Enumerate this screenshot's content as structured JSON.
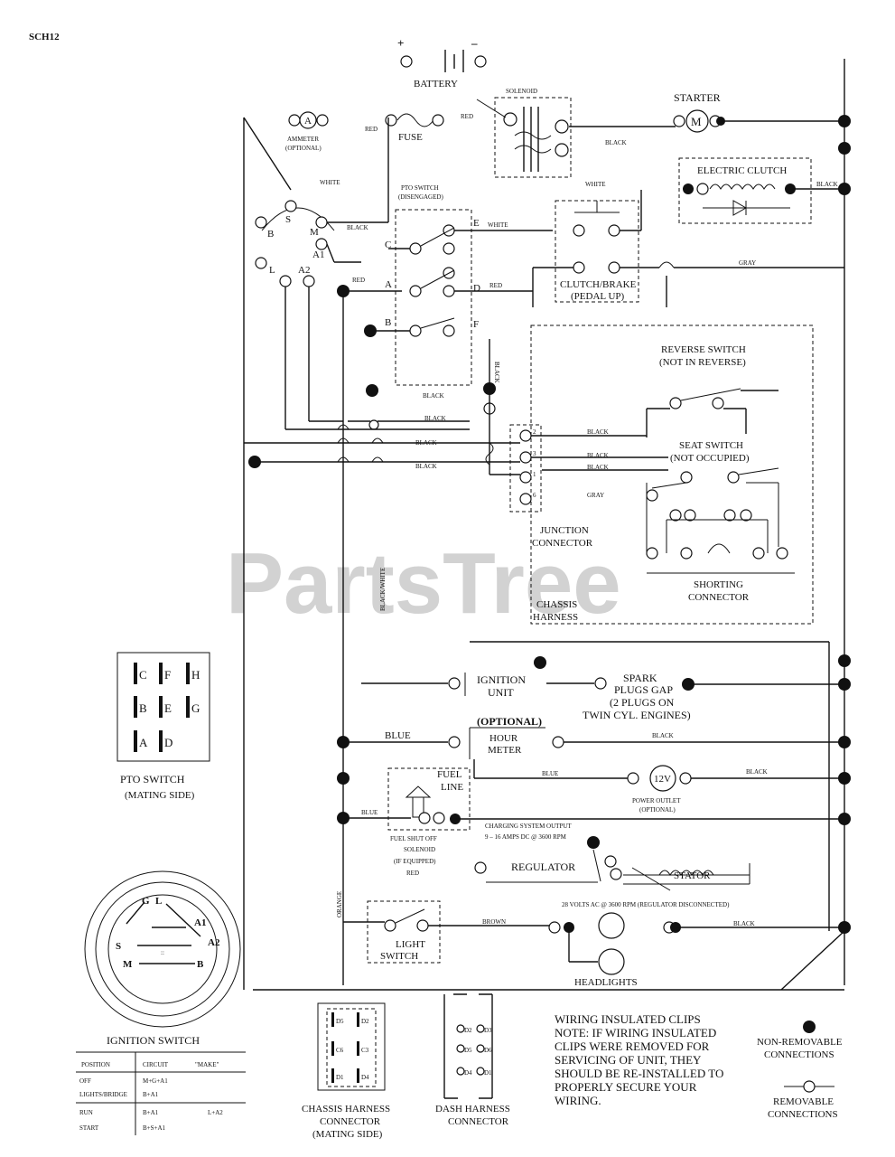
{
  "page_code": "SCH12",
  "watermark": "PartsTree",
  "components": {
    "battery": "BATTERY",
    "battery_plus": "+",
    "battery_minus": "–",
    "solenoid": "SOLENOID",
    "starter": "STARTER",
    "starter_symbol": "M",
    "ammeter": "AMMETER",
    "ammeter_note": "(OPTIONAL)",
    "ammeter_symbol": "A",
    "fuse": "FUSE",
    "pto_switch": "PTO SWITCH",
    "pto_switch_state": "(DISENGAGED)",
    "electric_clutch": "ELECTRIC CLUTCH",
    "clutch_brake": "CLUTCH/BRAKE",
    "clutch_brake_state": "(PEDAL UP)",
    "reverse_switch": "REVERSE SWITCH",
    "reverse_switch_state": "(NOT IN REVERSE)",
    "seat_switch": "SEAT SWITCH",
    "seat_switch_state": "(NOT OCCUPIED)",
    "junction_connector_1": "JUNCTION",
    "junction_connector_2": "CONNECTOR",
    "chassis_harness_1": "CHASSIS",
    "chassis_harness_2": "HARNESS",
    "shorting_connector_1": "SHORTING",
    "shorting_connector_2": "CONNECTOR",
    "ignition_unit_1": "IGNITION",
    "ignition_unit_2": "UNIT",
    "spark_plugs_1": "SPARK",
    "spark_plugs_2": "PLUGS GAP",
    "spark_plugs_3": "(2 PLUGS ON",
    "spark_plugs_4": "TWIN CYL. ENGINES)",
    "hour_meter_optional": "(OPTIONAL)",
    "hour_meter_1": "HOUR",
    "hour_meter_2": "METER",
    "fuel_line_1": "FUEL",
    "fuel_line_2": "LINE",
    "fuel_shutoff_1": "FUEL SHUT OFF",
    "fuel_shutoff_2": "SOLENOID",
    "fuel_shutoff_3": "(IF EQUIPPED)",
    "power_outlet_symbol": "12V",
    "power_outlet_1": "POWER OUTLET",
    "power_outlet_2": "(OPTIONAL)",
    "charging_1": "CHARGING SYSTEM OUTPUT",
    "charging_2": "9 – 16 AMPS DC @ 3600 RPM",
    "regulator": "REGULATOR",
    "stator": "STATOR",
    "regulator_note": "28 VOLTS AC @ 3600 RPM (REGULATOR DISCONNECTED)",
    "light_switch_1": "LIGHT",
    "light_switch_2": "SWITCH",
    "headlights": "HEADLIGHTS"
  },
  "wire_colors": {
    "red": "RED",
    "black": "BLACK",
    "white": "WHITE",
    "gray": "GRAY",
    "blue": "BLUE",
    "orange": "ORANGE",
    "brown": "BROWN",
    "black_white": "BLACK/WHITE"
  },
  "terminals": {
    "ign_b": "B",
    "ign_s": "S",
    "ign_m": "M",
    "ign_l": "L",
    "ign_g": "G",
    "ign_a1": "A1",
    "ign_a2": "A2",
    "pto_e": "E",
    "pto_d": "D",
    "pto_a": "A",
    "pto_c": "C",
    "pto_b": "B",
    "pto_f": "F",
    "j2": "2",
    "j3": "3",
    "j1": "1",
    "j6": "6"
  },
  "pto_mating": {
    "title": "PTO SWITCH",
    "subtitle": "(MATING SIDE)",
    "grid": [
      "C",
      "F",
      "H",
      "B",
      "E",
      "G",
      "A",
      "D"
    ]
  },
  "ignition_switch": {
    "title": "IGNITION SWITCH",
    "labels": [
      "G",
      "L",
      "A1",
      "A2",
      "S",
      "M",
      "B"
    ],
    "table": {
      "headers": [
        "POSITION",
        "CIRCUIT",
        "\"MAKE\""
      ],
      "rows": [
        [
          "OFF",
          "M+G+A1",
          ""
        ],
        [
          "LIGHTS/BRIDGE",
          "B+A1",
          ""
        ],
        [
          "RUN",
          "B+A1",
          "L+A2"
        ],
        [
          "START",
          "B+S+A1",
          ""
        ]
      ]
    }
  },
  "connectors": {
    "chassis_1": "CHASSIS HARNESS",
    "chassis_2": "CONNECTOR",
    "chassis_3": "(MATING SIDE)",
    "chassis_pins": [
      "D5",
      "D2",
      "C6",
      "C3",
      "D1",
      "D4"
    ],
    "dash_1": "DASH HARNESS",
    "dash_2": "CONNECTOR",
    "dash_pins": [
      "D2",
      "D3",
      "D5",
      "D6",
      "D4",
      "D1"
    ]
  },
  "notes": {
    "clips_title": "WIRING INSULATED CLIPS",
    "clips_lines": [
      "NOTE: IF WIRING INSULATED",
      "CLIPS WERE REMOVED FOR",
      "SERVICING OF UNIT, THEY",
      "SHOULD BE RE-INSTALLED TO",
      "PROPERLY SECURE YOUR",
      "WIRING."
    ]
  },
  "legend": {
    "non_removable_1": "NON-REMOVABLE",
    "non_removable_2": "CONNECTIONS",
    "removable_1": "REMOVABLE",
    "removable_2": "CONNECTIONS"
  }
}
